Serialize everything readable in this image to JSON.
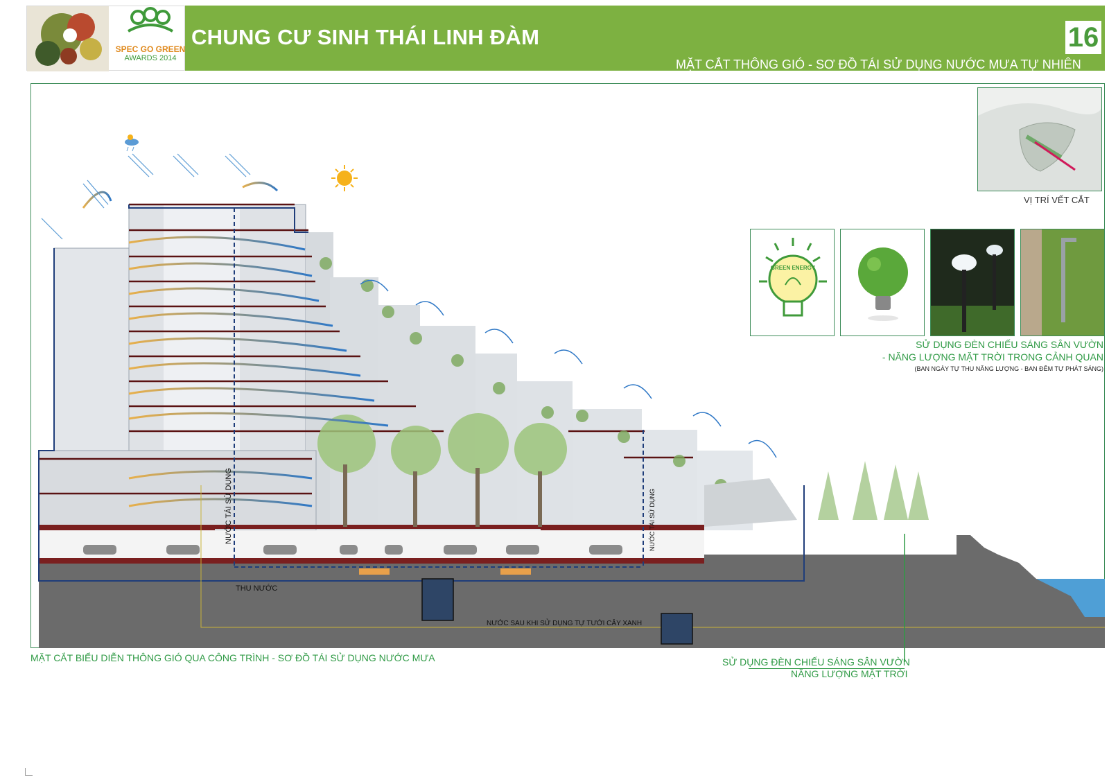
{
  "header": {
    "title": "CHUNG CƯ SINH THÁI LINH ĐÀM",
    "page_number": "16",
    "subtitle": "MẶT CẮT THÔNG GIÓ - SƠ ĐỒ TÁI SỬ  DỤNG NƯỚC MƯA TỰ NHIÊN",
    "logo": {
      "line1": "SPEC GO GREEN",
      "line2": "AWARDS 2014"
    }
  },
  "colors": {
    "header_green": "#7db141",
    "caption_green": "#2f9a45",
    "ground": "#6b6b6b",
    "slab": "#7a1f1f",
    "water_pipe": "#1f3d7a"
  },
  "section": {
    "labels": {
      "reuse_left": "NƯỚC TÁI SỬ DỤNG",
      "reuse_right": "NƯỚC TÁI SỬ DỤNG",
      "collect": "THU NƯỚC",
      "irrigation": "NƯỚC SAU KHI SỬ DỤNG TỰ TƯỚI CÂY XANH"
    },
    "caption": "MẶT CẮT BIỂU DIỄN THÔNG GIÓ QUA CÔNG TRÌNH - SƠ ĐỒ TÁI SỬ DỤNG NƯỚC MƯA",
    "garden_lamp_caption": {
      "line1": "SỬ DỤNG ĐÈN CHIẾU SÁNG SÂN VƯỜN",
      "line2": "NĂNG LƯỢNG MẶT TRỜI"
    }
  },
  "key_plan": {
    "caption": "VỊ TRÍ VẾT CẮT"
  },
  "energy": {
    "badge_text": "GREEN ENERGY",
    "caption_line1": "SỬ DỤNG ĐÈN CHIẾU SÁNG SÂN VƯỜN",
    "caption_line2": "- NĂNG LƯỢNG MẶT TRỜI TRONG CẢNH QUAN",
    "caption_note": "(BAN NGÀY TỰ THU NĂNG LƯỢNG - BAN ĐÊM TỰ PHÁT SÁNG)"
  }
}
